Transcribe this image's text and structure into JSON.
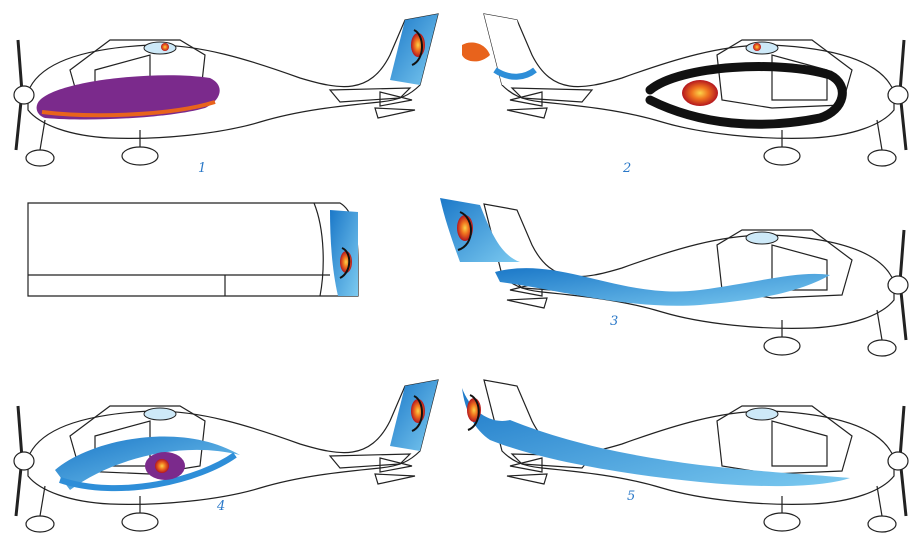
{
  "design_labels": [
    {
      "id": "design-1",
      "text": "1"
    },
    {
      "id": "design-2",
      "text": "2"
    },
    {
      "id": "design-3",
      "text": "3"
    },
    {
      "id": "design-4",
      "text": "4"
    },
    {
      "id": "design-5",
      "text": "5"
    }
  ],
  "colors": {
    "outline": "#222222",
    "blue": "#2e8ed8",
    "light_blue": "#8fd0f3",
    "purple": "#7b2a8c",
    "orange": "#e8631c",
    "red": "#d8252a",
    "black": "#111111",
    "label": "#2a78c8"
  }
}
